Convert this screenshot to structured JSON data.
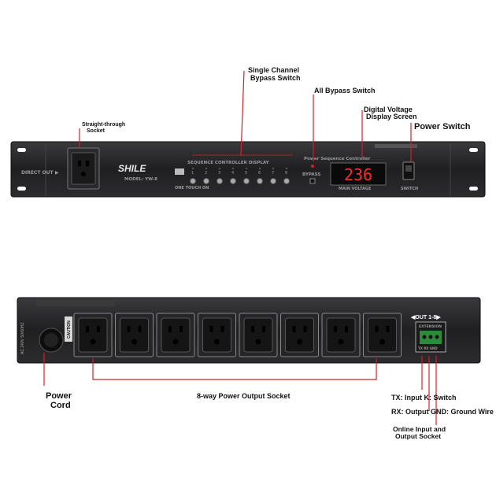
{
  "front_panel": {
    "brand": "SHILE",
    "model": "MODEL: YW-8",
    "direct_out": "DIRECT OUT",
    "seq_display": "SEQUENCE CONTROLLER DISPLAY",
    "one_touch": "ONE TOUCH ON",
    "power_seq": "Power Sequence Controller",
    "bypass": "BYPASS",
    "voltage": "236",
    "main_voltage": "MAIN VOLTAGE",
    "switch": "SWITCH",
    "channels": [
      "1",
      "2",
      "3",
      "4",
      "5",
      "6",
      "7",
      "8"
    ]
  },
  "rear_panel": {
    "out_label": "OUT 1-8",
    "extension": "EXTENSION",
    "terminals": "TX RX GND",
    "caution": "CAUTION",
    "input_rating": "AC 240V 50/60HZ"
  },
  "annotations": {
    "straight_through_1": "Straight-through",
    "straight_through_2": "Socket",
    "single_bypass_1": "Single Channel",
    "single_bypass_2": "Bypass Switch",
    "all_bypass": "All Bypass Switch",
    "digital_1": "Digital Voltage",
    "digital_2": "Display Screen",
    "power_switch": "Power Switch",
    "power_cord_1": "Power",
    "power_cord_2": "Cord",
    "output_socket": "8-way Power Output Socket",
    "tx_line": "TX: Input K: Switch",
    "rx_line": "RX: Output GND: Ground Wire",
    "online_1": "Online Input and",
    "online_2": "Output Socket"
  },
  "colors": {
    "accent_red": "#d0202a",
    "display_red": "#ff2a2a",
    "panel": "#1c1c1e"
  }
}
